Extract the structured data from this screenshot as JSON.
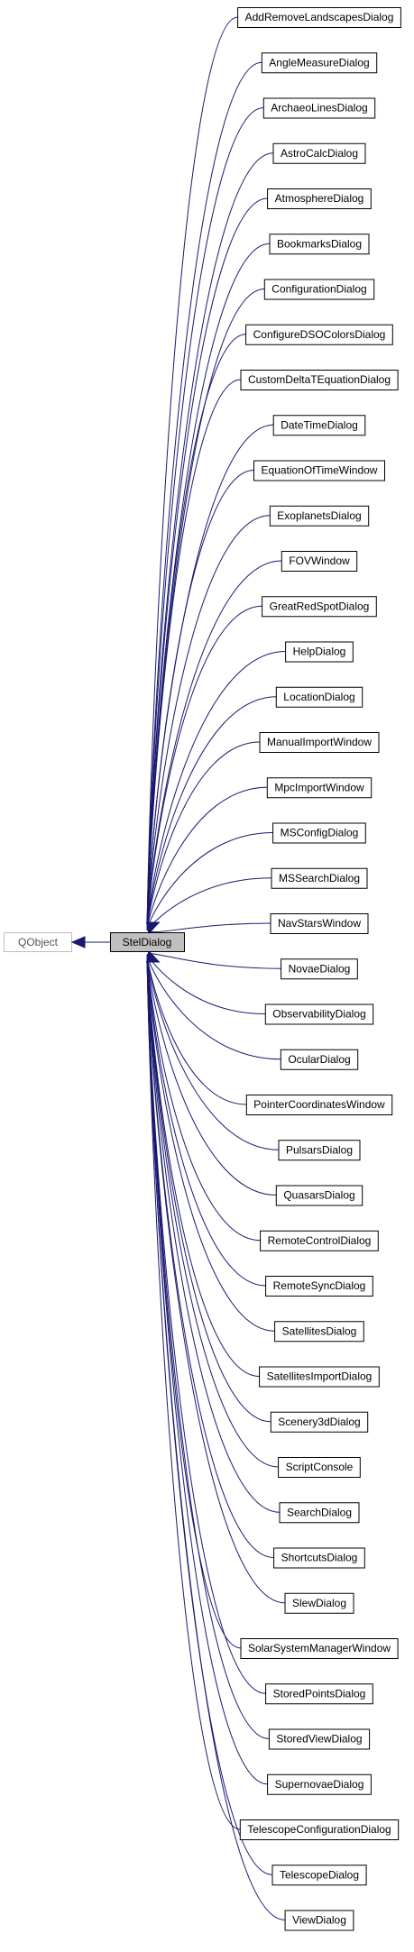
{
  "diagram": {
    "base_class": "QObject",
    "focus_class": "StelDialog",
    "derived_classes": [
      "AddRemoveLandscapesDialog",
      "AngleMeasureDialog",
      "ArchaeoLinesDialog",
      "AstroCalcDialog",
      "AtmosphereDialog",
      "BookmarksDialog",
      "ConfigurationDialog",
      "ConfigureDSOColorsDialog",
      "CustomDeltaTEquationDialog",
      "DateTimeDialog",
      "EquationOfTimeWindow",
      "ExoplanetsDialog",
      "FOVWindow",
      "GreatRedSpotDialog",
      "HelpDialog",
      "LocationDialog",
      "ManualImportWindow",
      "MpcImportWindow",
      "MSConfigDialog",
      "MSSearchDialog",
      "NavStarsWindow",
      "NovaeDialog",
      "ObservabilityDialog",
      "OcularDialog",
      "PointerCoordinatesWindow",
      "PulsarsDialog",
      "QuasarsDialog",
      "RemoteControlDialog",
      "RemoteSyncDialog",
      "SatellitesDialog",
      "SatellitesImportDialog",
      "Scenery3dDialog",
      "ScriptConsole",
      "SearchDialog",
      "ShortcutsDialog",
      "SlewDialog",
      "SolarSystemManagerWindow",
      "StoredPointsDialog",
      "StoredViewDialog",
      "SupernovaeDialog",
      "TelescopeConfigurationDialog",
      "TelescopeDialog",
      "ViewDialog"
    ],
    "colors": {
      "edge": "#191970",
      "focus_fill": "#bfbfbf",
      "base_border": "#bfbfbf",
      "box_border": "#000000"
    }
  }
}
